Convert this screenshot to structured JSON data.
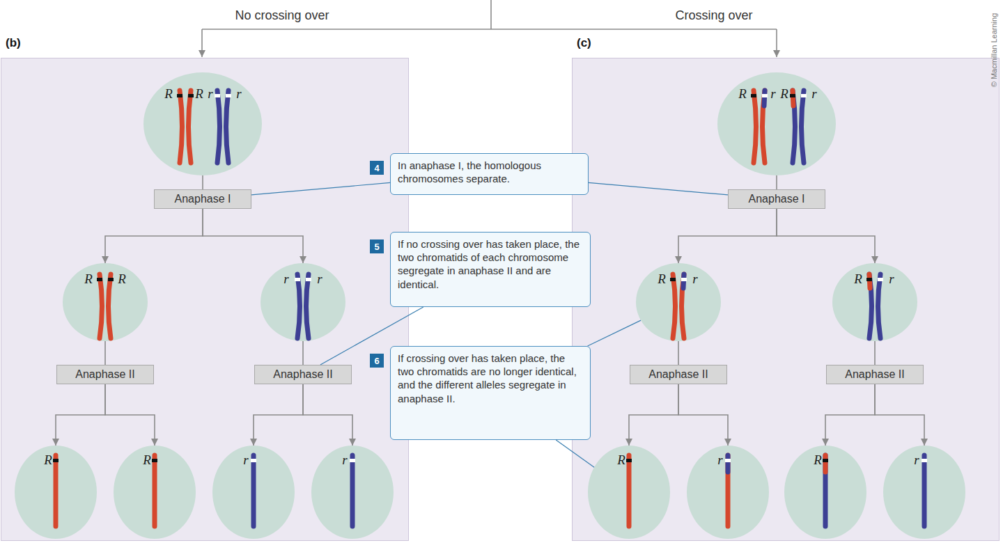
{
  "diagram": {
    "nodes": [
      {
        "text": [
          "(b)"
        ]
      },
      {
        "text": [
          "R",
          "R",
          "r",
          "r"
        ],
        "in": 0
      },
      {
        "text": [
          "Anaphase I"
        ],
        "in": 0
      },
      {
        "text": [
          "R",
          "R"
        ],
        "in": 0
      },
      {
        "text": [
          "r",
          "r"
        ],
        "in": 0
      },
      {
        "text": [
          "Anaphase II"
        ],
        "in": 0
      },
      {
        "text": [
          "Anaphase II"
        ],
        "in": 0
      },
      {
        "text": [
          "R"
        ],
        "in": 0
      },
      {
        "text": [
          "R"
        ],
        "in": 0
      },
      {
        "text": [
          "r"
        ],
        "in": 0
      },
      {
        "text": [
          "r"
        ],
        "in": 0
      },
      {
        "text": [
          "(c)"
        ]
      },
      {
        "text": [
          "R",
          "r",
          "R",
          "r"
        ],
        "in": 11
      },
      {
        "text": [
          "Anaphase I"
        ],
        "in": 11
      },
      {
        "text": [
          "R",
          "r"
        ],
        "in": 11
      },
      {
        "text": [
          "R",
          "r"
        ],
        "in": 11
      },
      {
        "text": [
          "Anaphase II"
        ],
        "in": 11
      },
      {
        "text": [
          "Anaphase II"
        ],
        "in": 11
      },
      {
        "text": [
          "R"
        ],
        "in": 11
      },
      {
        "text": [
          "r"
        ],
        "in": 11
      },
      {
        "text": [
          "R"
        ],
        "in": 11
      },
      {
        "text": [
          "r"
        ],
        "in": 11
      },
      {
        "text": [
          "4",
          "In anaphase I, the homologous chromosomes separate."
        ]
      },
      {
        "text": [
          "5",
          "If no crossing over has taken place, the two chromatids of each chromosome segregate in anaphase II and are identical."
        ]
      },
      {
        "text": [
          "6",
          "If crossing over has taken place, the two chromatids are no longer identical, and the different alleles segregate in anaphase II."
        ]
      }
    ],
    "edges": [
      {
        "from": 1,
        "to": 2,
        "arrow": "none"
      },
      {
        "from": 2,
        "to": 3,
        "arrow": "to"
      },
      {
        "from": 2,
        "to": 4,
        "arrow": "to"
      },
      {
        "from": 3,
        "to": 5,
        "arrow": "none"
      },
      {
        "from": 4,
        "to": 6,
        "arrow": "none"
      },
      {
        "from": 5,
        "to": 7,
        "arrow": "to"
      },
      {
        "from": 5,
        "to": 8,
        "arrow": "to"
      },
      {
        "from": 6,
        "to": 9,
        "arrow": "to"
      },
      {
        "from": 6,
        "to": 10,
        "arrow": "to"
      },
      {
        "from": 12,
        "to": 13,
        "arrow": "none"
      },
      {
        "from": 13,
        "to": 14,
        "arrow": "to"
      },
      {
        "from": 13,
        "to": 15,
        "arrow": "to"
      },
      {
        "from": 14,
        "to": 16,
        "arrow": "none"
      },
      {
        "from": 15,
        "to": 17,
        "arrow": "none"
      },
      {
        "from": 16,
        "to": 18,
        "arrow": "to"
      },
      {
        "from": 16,
        "to": 19,
        "arrow": "to"
      },
      {
        "from": 17,
        "to": 20,
        "arrow": "to"
      },
      {
        "from": 17,
        "to": 21,
        "arrow": "to"
      },
      {
        "from": 22,
        "to": 2,
        "arrow": "none"
      },
      {
        "from": 22,
        "to": 13,
        "arrow": "none"
      },
      {
        "from": 23,
        "to": 6,
        "arrow": "none"
      },
      {
        "from": 24,
        "to": 14,
        "arrow": "none"
      },
      {
        "from": 24,
        "to": 18,
        "arrow": "none"
      }
    ],
    "labels": [
      "No crossing over",
      "Crossing over",
      "© Macmillan Learning"
    ]
  }
}
